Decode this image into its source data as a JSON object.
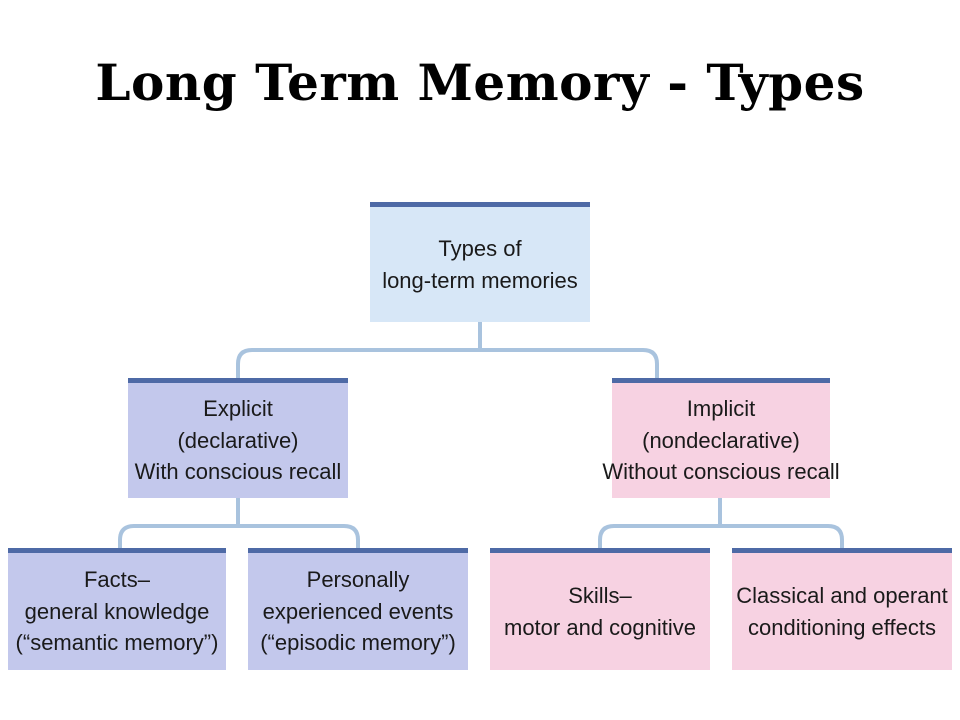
{
  "title": "Long Term Memory - Types",
  "colors": {
    "root_fill": "#d7e7f7",
    "explicit_fill": "#c3c8ec",
    "implicit_fill": "#f7d2e2",
    "border_top": "#4e6aa6",
    "connector": "#a9c3de"
  },
  "nodes": {
    "root": {
      "lines": [
        "Types of",
        "long-term memories"
      ]
    },
    "explicit": {
      "lines": [
        "Explicit",
        "(declarative)",
        "With conscious recall"
      ]
    },
    "implicit": {
      "lines": [
        "Implicit",
        "(nondeclarative)",
        "Without conscious recall"
      ]
    },
    "facts": {
      "lines": [
        "Facts–",
        "general knowledge",
        "(“semantic memory”)"
      ]
    },
    "episodic": {
      "lines": [
        "Personally",
        "experienced events",
        "(“episodic memory”)"
      ]
    },
    "skills": {
      "lines": [
        "Skills–",
        "motor and cognitive"
      ]
    },
    "conditioning": {
      "lines": [
        "Classical and operant",
        "conditioning effects"
      ]
    }
  }
}
